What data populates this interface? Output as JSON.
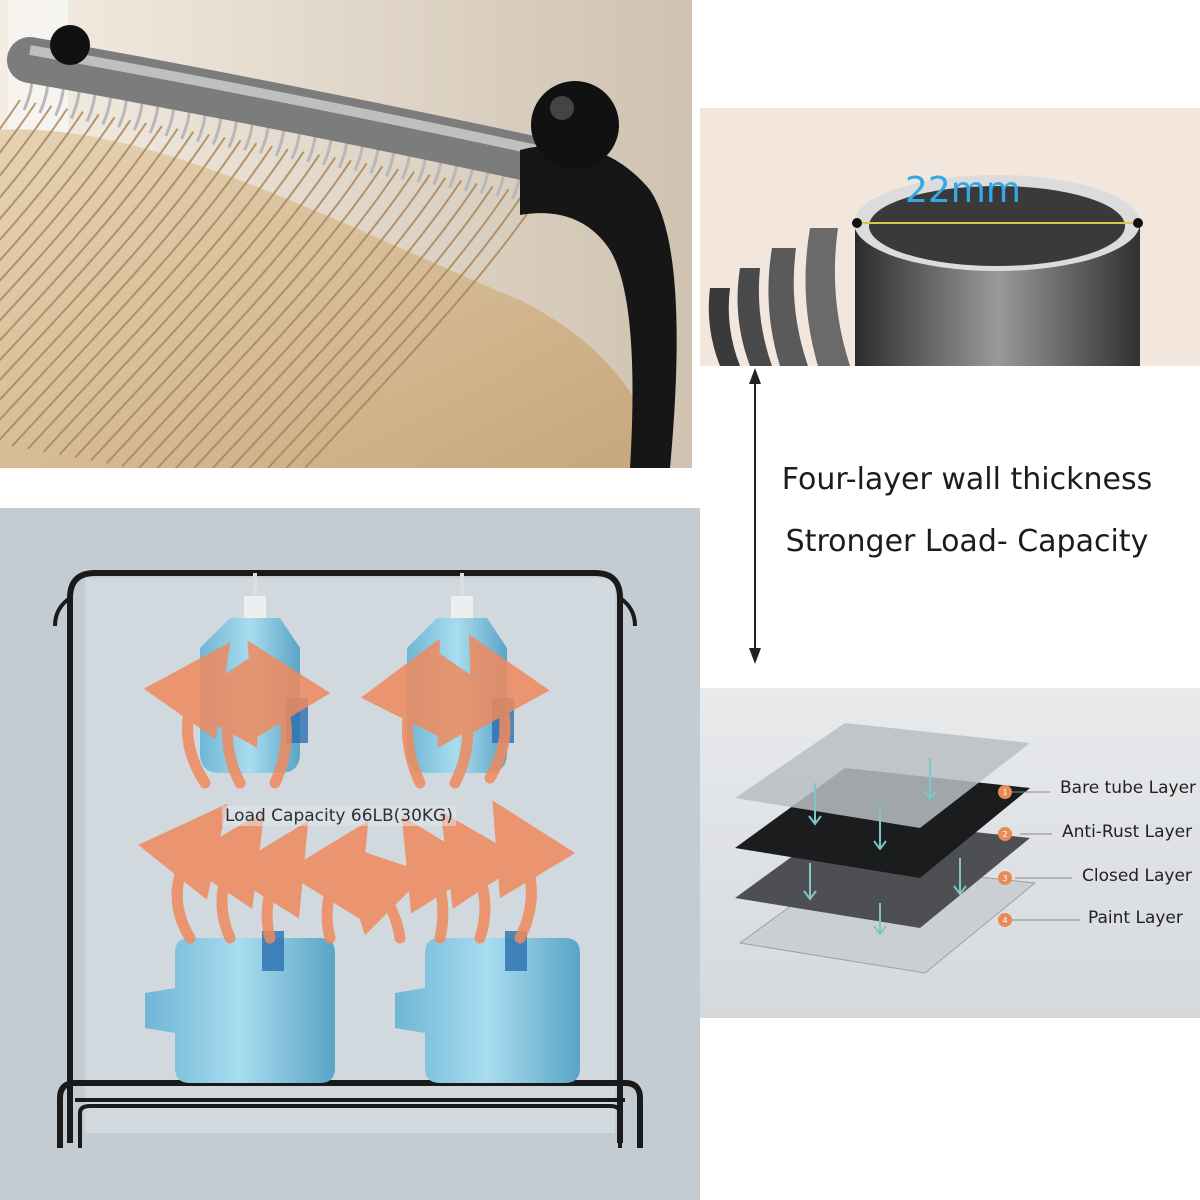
{
  "tube": {
    "diameter_label": "22mm"
  },
  "caption": {
    "line1": "Four-layer wall thickness",
    "line2": "Stronger Load- Capacity"
  },
  "rack": {
    "load_label": "Load Capacity 66LB(30KG)"
  },
  "layers": {
    "items": [
      {
        "number": "1",
        "label": "Bare tube Layer"
      },
      {
        "number": "2",
        "label": "Anti-Rust Layer"
      },
      {
        "number": "3",
        "label": "Closed Layer"
      },
      {
        "number": "4",
        "label": "Paint Layer"
      }
    ]
  },
  "colors": {
    "accent_blue": "#34a8e6",
    "arrow_orange": "#f08a5d",
    "badge_orange": "#e98b56",
    "rail_black": "#1a1a1a"
  }
}
